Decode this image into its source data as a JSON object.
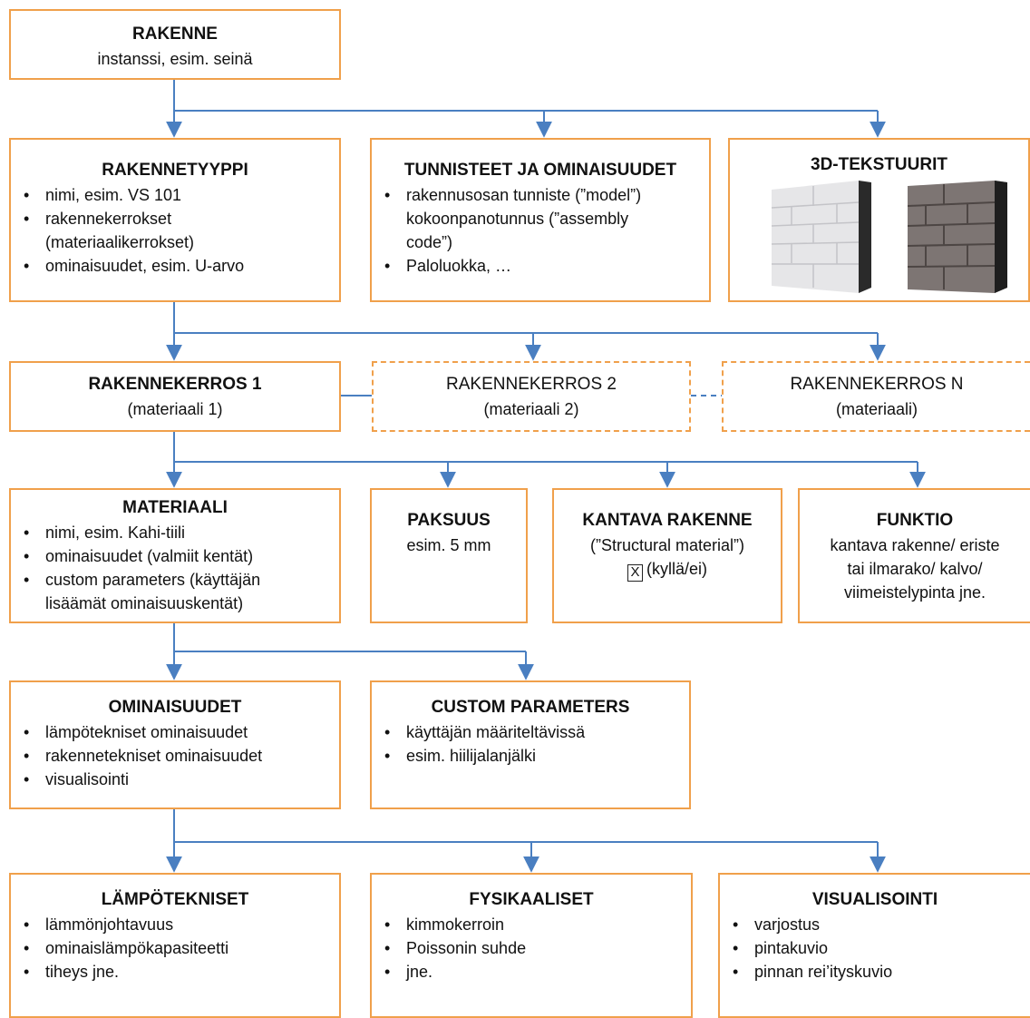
{
  "rakenne": {
    "title": "RAKENNE",
    "sub": "instanssi, esim. seinä"
  },
  "rakennetyyppi": {
    "title": "RAKENNETYYPPI",
    "items": [
      "nimi, esim. VS 101",
      "rakennekerrokset",
      "(materiaalikerrokset)",
      "ominaisuudet, esim. U-arvo"
    ]
  },
  "tunnisteet": {
    "title": "TUNNISTEET JA OMINAISUUDET",
    "items": [
      "rakennusosan tunniste (”model”)",
      "kokoonpanotunnus (”assembly",
      "code”)",
      "Paloluokka, …"
    ]
  },
  "tekstuurit": {
    "title": "3D-TEKSTUURIT",
    "icons": [
      "white-brick-wall-icon",
      "grey-brick-wall-icon"
    ]
  },
  "kerros1": {
    "title": "RAKENNEKERROS 1",
    "sub": "(materiaali 1)"
  },
  "kerros2": {
    "title": "RAKENNEKERROS 2",
    "sub": "(materiaali 2)"
  },
  "kerrosN": {
    "title": "RAKENNEKERROS N",
    "sub": "(materiaali)"
  },
  "materiaali": {
    "title": "MATERIAALI",
    "items": [
      "nimi, esim. Kahi-tiili",
      "ominaisuudet  (valmiit kentät)",
      "custom parameters (käyttäjän",
      "lisäämät ominaisuuskentät)"
    ]
  },
  "paksuus": {
    "title": "PAKSUUS",
    "sub": "esim. 5 mm"
  },
  "kantava": {
    "title": "KANTAVA RAKENNE",
    "sub": "(”Structural material”)",
    "checkbox": "X",
    "checkbox_label": "(kyllä/ei)"
  },
  "funktio": {
    "title": "FUNKTIO",
    "lines": [
      "kantava rakenne/ eriste",
      "tai ilmarako/ kalvo/",
      "viimeistelypinta  jne."
    ]
  },
  "ominaisuudet": {
    "title": "OMINAISUUDET",
    "items": [
      "lämpötekniset ominaisuudet",
      "rakennetekniset ominaisuudet",
      "visualisointi"
    ]
  },
  "custom": {
    "title": "CUSTOM PARAMETERS",
    "items": [
      "käyttäjän määriteltävissä",
      "esim. hiilijalanjälki"
    ]
  },
  "lampo": {
    "title": "LÄMPÖTEKNISET",
    "items": [
      "lämmönjohtavuus",
      "ominaislämpökapasiteetti",
      "tiheys  jne."
    ]
  },
  "fysikaaliset": {
    "title": "FYSIKAALISET",
    "items": [
      "kimmokerroin",
      "Poissonin suhde",
      "jne."
    ]
  },
  "visualisointi": {
    "title": "VISUALISOINTI",
    "items": [
      "varjostus",
      "pintakuvio",
      "pinnan rei’ityskuvio"
    ]
  },
  "colors": {
    "box_border": "#f0a04b",
    "connector": "#4a7fc1"
  }
}
